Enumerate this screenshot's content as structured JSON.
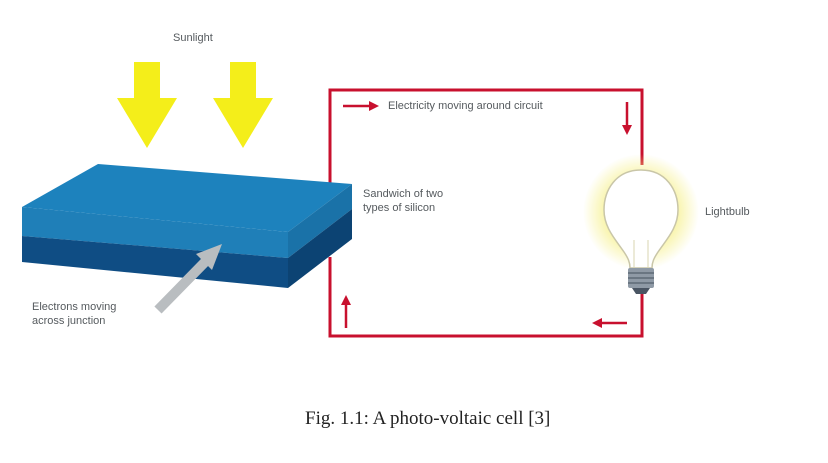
{
  "labels": {
    "sunlight": "Sunlight",
    "circuit": "Electricity moving around circuit",
    "sandwich_line1": "Sandwich of two",
    "sandwich_line2": "types of silicon",
    "lightbulb": "Lightbulb",
    "electrons_line1": "Electrons moving",
    "electrons_line2": "across junction"
  },
  "caption": "Fig. 1.1: A photo-voltaic cell [3]",
  "colors": {
    "sun_arrow": "#f4ee1a",
    "circuit": "#c8102e",
    "silicon_top": "#1d82bd",
    "silicon_front": "#1f7fb8",
    "silicon_bottom": "#0f4d84",
    "electron_arrow": "#b9bdc0",
    "bulb_glow": "#f6f08a"
  }
}
